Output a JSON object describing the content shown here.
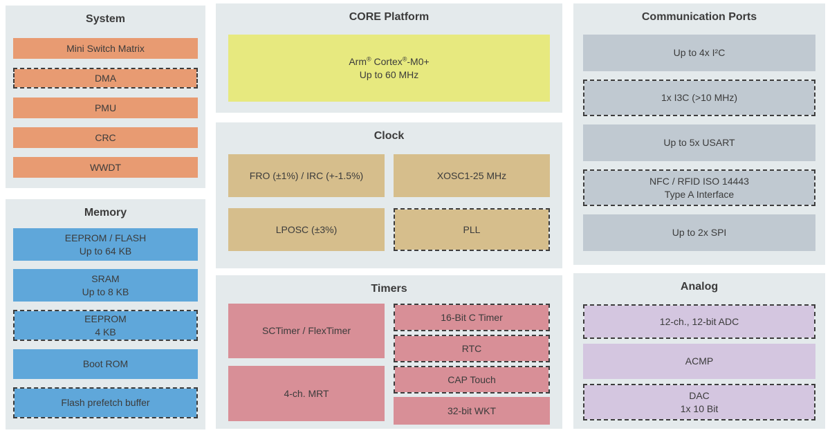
{
  "colors": {
    "page_bg": "#FFFFFF",
    "panel_bg": "#E4EAEC",
    "text": "#3B3B3B",
    "dash": "#3C3C3C",
    "system_block": "#E89B72",
    "memory_block": "#5FA7DA",
    "core_block": "#E7E97F",
    "clock_block": "#D6BE8C",
    "timers_block": "#D88F97",
    "comm_block": "#C0C9D1",
    "analog_block": "#D4C6E0"
  },
  "system": {
    "title": "System",
    "items": [
      {
        "label": "Mini Switch Matrix",
        "dashed": false
      },
      {
        "label": "DMA",
        "dashed": true
      },
      {
        "label": "PMU",
        "dashed": false
      },
      {
        "label": "CRC",
        "dashed": false
      },
      {
        "label": "WWDT",
        "dashed": false
      }
    ]
  },
  "memory": {
    "title": "Memory",
    "items": [
      {
        "line1": "EEPROM / FLASH",
        "line2": "Up to 64 KB",
        "dashed": false
      },
      {
        "line1": "SRAM",
        "line2": "Up to 8 KB",
        "dashed": false
      },
      {
        "line1": "EEPROM",
        "line2": "4 KB",
        "dashed": true
      },
      {
        "line1": "Boot ROM",
        "dashed": false
      },
      {
        "line1": "Flash prefetch buffer",
        "dashed": true
      }
    ]
  },
  "core": {
    "title": "CORE Platform",
    "cpu": {
      "line1_parts": [
        "Arm",
        "®",
        " Cortex",
        "®",
        "-M0+"
      ],
      "line2": "Up to 60 MHz",
      "dashed": false
    }
  },
  "clock": {
    "title": "Clock",
    "items": [
      {
        "label": "FRO (±1%) / IRC (+-1.5%)",
        "dashed": false
      },
      {
        "label": "XOSC1-25 MHz",
        "dashed": false
      },
      {
        "label": "LPOSC (±3%)",
        "dashed": false
      },
      {
        "label": "PLL",
        "dashed": true
      }
    ]
  },
  "timers": {
    "title": "Timers",
    "left_items": [
      {
        "label": "SCTimer / FlexTimer",
        "dashed": false
      },
      {
        "label": "4-ch. MRT",
        "dashed": false
      }
    ],
    "right_items": [
      {
        "label": "16-Bit C Timer",
        "dashed": true
      },
      {
        "label": "RTC",
        "dashed": true
      },
      {
        "label": "CAP Touch",
        "dashed": true
      },
      {
        "label": "32-bit WKT",
        "dashed": false
      }
    ]
  },
  "comm": {
    "title": "Communication Ports",
    "items": [
      {
        "label": "Up to 4x I²C",
        "dashed": false
      },
      {
        "label": "1x I3C (>10 MHz)",
        "dashed": true
      },
      {
        "label": "Up to 5x USART",
        "dashed": false
      },
      {
        "line1": "NFC / RFID ISO 14443",
        "line2": "Type A Interface",
        "dashed": true
      },
      {
        "label": "Up to 2x SPI",
        "dashed": false
      }
    ]
  },
  "analog": {
    "title": "Analog",
    "items": [
      {
        "label": "12-ch., 12-bit ADC",
        "dashed": true
      },
      {
        "label": "ACMP",
        "dashed": false
      },
      {
        "line1": "DAC",
        "line2": "1x 10 Bit",
        "dashed": true
      }
    ]
  }
}
